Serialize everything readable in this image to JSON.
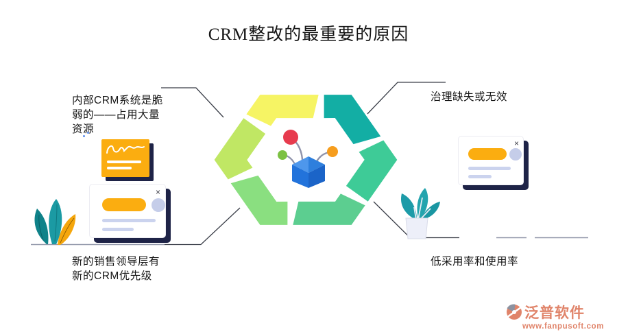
{
  "title": "CRM整改的最重要的原因",
  "labels": {
    "top_left_lines": [
      "内部CRM系统是脆",
      "弱的——占用大量",
      "资源"
    ],
    "top_right": "治理缺失或无效",
    "bottom_left_lines": [
      "新的销售领导层有",
      "新的CRM优先级"
    ],
    "bottom_right": "低采用率和使用率"
  },
  "hexagon": {
    "segments": [
      {
        "name": "top-yellow",
        "color": "#F6F464"
      },
      {
        "name": "top-right-teal",
        "color": "#13AEA4"
      },
      {
        "name": "right-green",
        "color": "#3ECB97"
      },
      {
        "name": "bottom-green",
        "color": "#5CCE90"
      },
      {
        "name": "bottom-left-light-green",
        "color": "#8ADF80"
      },
      {
        "name": "left-yellow-green",
        "color": "#C0E764"
      }
    ]
  },
  "center_icon": {
    "box_front_left": "#2273DB",
    "box_front_right": "#1B64C8",
    "box_inner_left": "#4E97EC",
    "box_inner_right": "#2E7FDD",
    "dot_red": "#E73B4E",
    "dot_green": "#7CC143",
    "dot_orange": "#F69D1D",
    "stem_gray": "#8F93AB"
  },
  "cards": {
    "close_glyph": "×",
    "orange_fill": "#FBAD10",
    "shadow_navy": "#1E2347",
    "pill_orange": "#FBAD10",
    "accent_lavender": "#C5CDE9"
  },
  "plants": {
    "leaf_teal_dark": "#0F8289",
    "leaf_teal": "#1B9AA3",
    "leaf_orange": "#F5A60C",
    "potted_leaf": "#1D9BA8",
    "pot_fill": "#EDEFF9"
  },
  "logo": {
    "name": "泛普软件",
    "url": "www.fanpusoft.com",
    "color": "#E0846A"
  }
}
